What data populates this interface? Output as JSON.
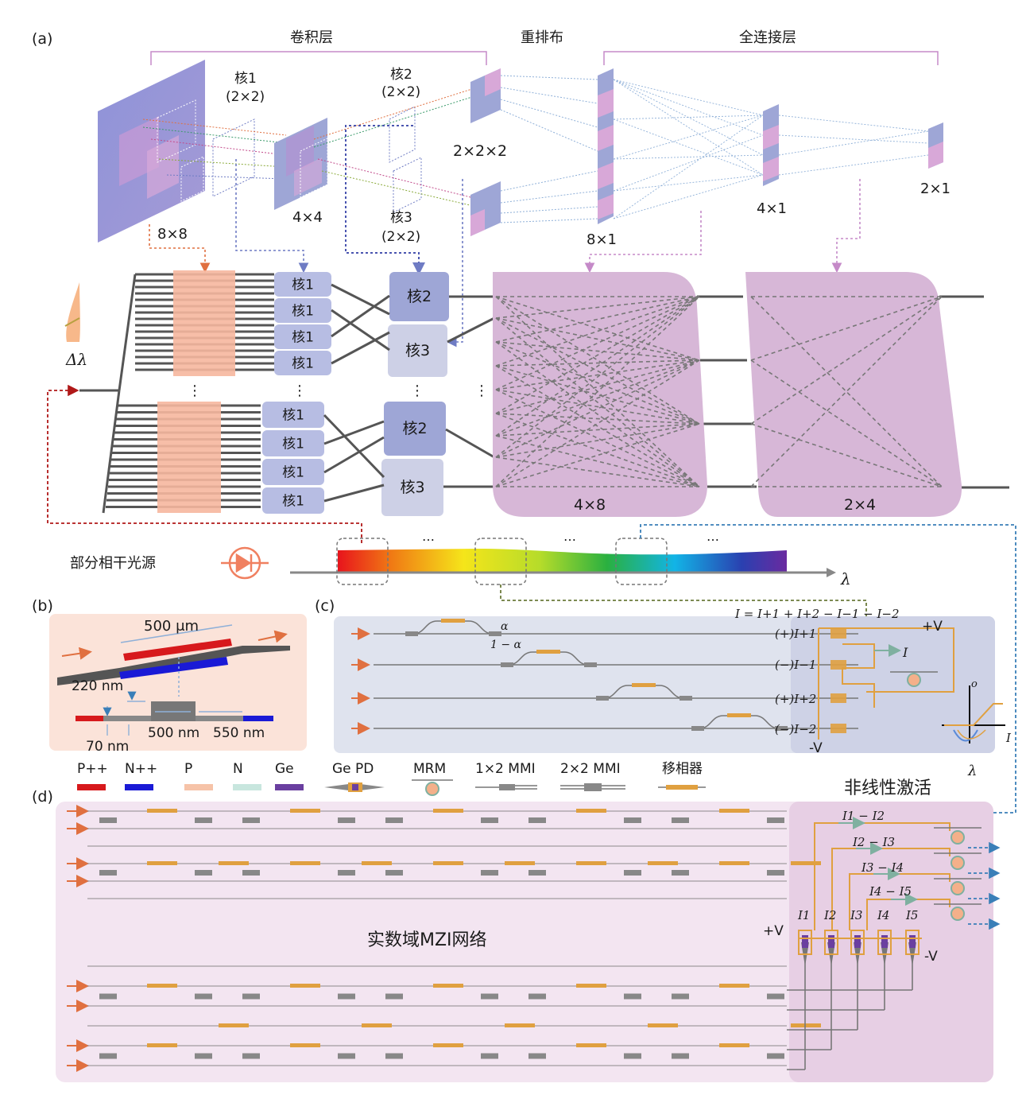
{
  "panels": {
    "a": "(a)",
    "b": "(b)",
    "c": "(c)",
    "d": "(d)"
  },
  "section_labels": {
    "conv": "卷积层",
    "rearrange": "重排布",
    "fc": "全连接层"
  },
  "kernels": {
    "k1": "核1",
    "k1_size": "(2×2)",
    "k2": "核2",
    "k2_size": "(2×2)",
    "k3": "核3",
    "k3_size": "(2×2)"
  },
  "dims": {
    "in": "8×8",
    "conv1": "4×4",
    "conv2": "2×2×2",
    "flat": "8×1",
    "fc1": "4×1",
    "fc2": "2×1",
    "mesh1": "4×8",
    "mesh2": "2×4"
  },
  "chip_kernels": {
    "top": [
      "核1",
      "核1",
      "核1",
      "核1"
    ],
    "top_mid": [
      "核2",
      "核3"
    ],
    "bottom": [
      "核1",
      "核1",
      "核1",
      "核1"
    ],
    "bottom_mid": [
      "核2",
      "核3"
    ]
  },
  "symbols": {
    "dots": "⋮",
    "ellipsis": "…",
    "delta_lambda": "Δλ",
    "lambda": "λ"
  },
  "source_label": "部分相干光源",
  "panel_b": {
    "length": "500 μm",
    "t220": "220 nm",
    "t70": "70 nm",
    "w500": "500 nm",
    "w550": "550 nm"
  },
  "panel_c": {
    "equation": "I = I+1 + I+2 − I−1 − I−2",
    "alpha": "α",
    "one_minus_alpha": "1 − α",
    "outputs": [
      "(+)I+1",
      "(−)I−1",
      "(+)I+2",
      "(−)I−2"
    ],
    "plus_v": "+V",
    "minus_v": "-V",
    "current": "I",
    "axis_o": "o",
    "axis_i": "I",
    "axis_lambda": "λ"
  },
  "legend": [
    {
      "label": "P++",
      "color": "#d7191c"
    },
    {
      "label": "N++",
      "color": "#1a1ad6"
    },
    {
      "label": "P",
      "color": "#f6c3a8"
    },
    {
      "label": "N",
      "color": "#c8e6de"
    },
    {
      "label": "Ge",
      "color": "#6a3fa0"
    },
    {
      "label": "Ge PD",
      "icon": "ge-pd-icon"
    },
    {
      "label": "MRM",
      "icon": "mrm-icon"
    },
    {
      "label": "1×2 MMI",
      "icon": "mmi-1x2-icon"
    },
    {
      "label": "2×2 MMI",
      "icon": "mmi-2x2-icon"
    },
    {
      "label": "移相器",
      "icon": "phase-shifter-icon"
    }
  ],
  "panel_d": {
    "nonlinear": "非线性激活",
    "mzi_label": "实数域MZI网络",
    "diffs": [
      "I1 − I2",
      "I2 − I3",
      "I3 − I4",
      "I4 − I5"
    ],
    "currents": [
      "I1",
      "I2",
      "I3",
      "I4",
      "I5"
    ],
    "plus_v": "+V",
    "minus_v": "-V"
  },
  "colors": {
    "light_purple": "#d7b7d7",
    "panel_c_bg": "#dfe3ee",
    "panel_b_bg": "#fbe3d9",
    "panel_d_bg": "#f3e5f1",
    "kernel_light": "#b7bde3",
    "kernel_dark": "#9ea6d6",
    "gold": "#e0a040",
    "orange_arrow": "#e07040"
  }
}
